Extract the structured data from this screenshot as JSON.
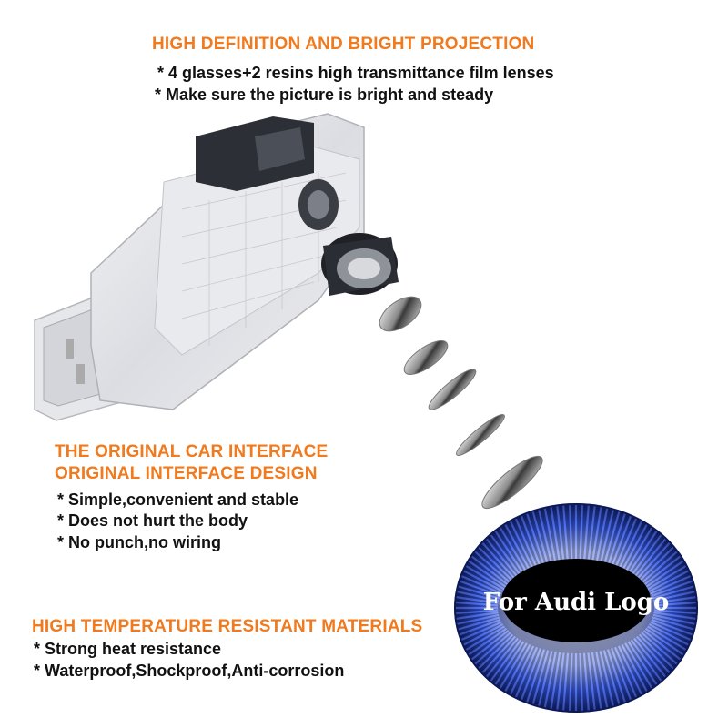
{
  "section1": {
    "heading": "HIGH DEFINITION AND BRIGHT PROJECTION",
    "bullets": [
      "* 4 glasses+2 resins high transmittance film lenses",
      "* Make sure the picture is bright and steady"
    ]
  },
  "section2": {
    "heading_line1": "THE ORIGINAL CAR INTERFACE",
    "heading_line2": "ORIGINAL INTERFACE DESIGN",
    "bullets": [
      "* Simple,convenient and stable",
      "* Does not hurt the body",
      "* No punch,no wiring"
    ]
  },
  "section3": {
    "heading": "HIGH TEMPERATURE RESISTANT MATERIALS",
    "bullets": [
      "* Strong heat resistance",
      "* Waterproof,Shockproof,Anti-corrosion"
    ]
  },
  "projection": {
    "logo_text": "For Audi Logo"
  },
  "colors": {
    "accent": "#f07a1d",
    "text": "#111111",
    "projection_blue": "#3a5fe0"
  }
}
